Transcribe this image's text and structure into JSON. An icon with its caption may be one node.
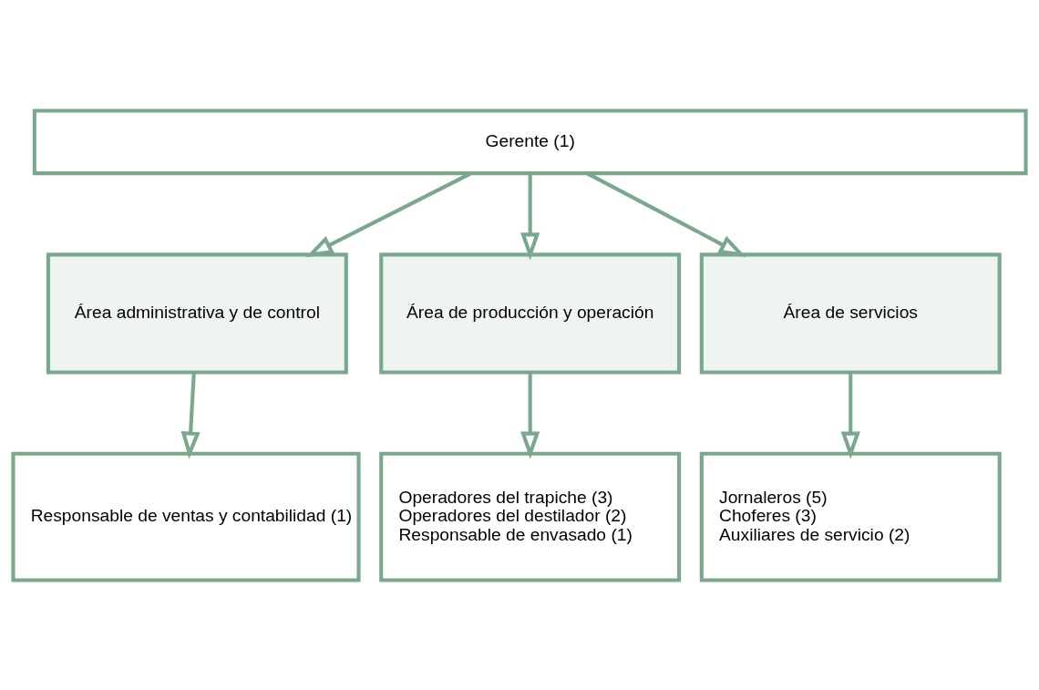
{
  "diagram": {
    "nodes": [
      {
        "text": [
          "Gerente (1)"
        ]
      },
      {
        "text": [
          "Área administrativa y de control"
        ]
      },
      {
        "text": [
          "Área de producción y operación"
        ]
      },
      {
        "text": [
          "Área de servicios"
        ]
      },
      {
        "text": [
          "Responsable de ventas y contabilidad (1)"
        ]
      },
      {
        "text": [
          "Operadores del trapiche (3)",
          "Operadores del destilador (2)",
          "Responsable de envasado (1)"
        ]
      },
      {
        "text": [
          "Jornaleros (5)",
          "Choferes (3)",
          "Auxiliares de servicio (2)"
        ]
      }
    ],
    "edges": [
      {
        "from": 0,
        "to": 1,
        "arrow": "to"
      },
      {
        "from": 0,
        "to": 2,
        "arrow": "to"
      },
      {
        "from": 0,
        "to": 3,
        "arrow": "to"
      },
      {
        "from": 1,
        "to": 4,
        "arrow": "to"
      },
      {
        "from": 2,
        "to": 5,
        "arrow": "to"
      },
      {
        "from": 3,
        "to": 6,
        "arrow": "to"
      }
    ]
  }
}
